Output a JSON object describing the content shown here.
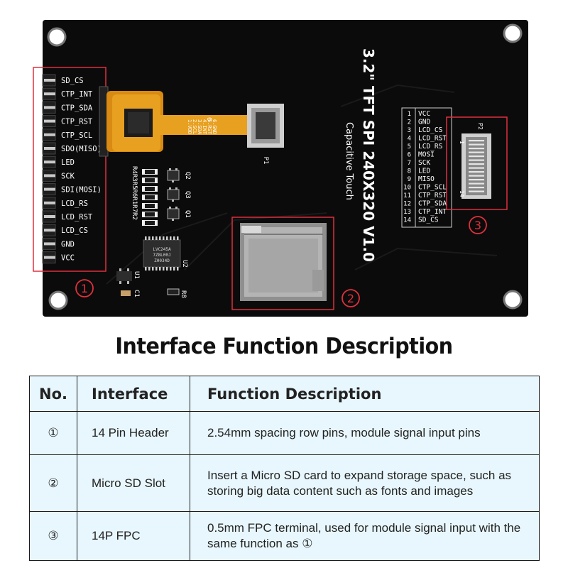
{
  "board": {
    "title": "3.2\" TFT SPI 240X320 V1.0",
    "subtitle": "Capacitive Touch",
    "header_pins": [
      "SD_CS",
      "CTP_INT",
      "CTP_SDA",
      "CTP_RST",
      "CTP_SCL",
      "SDO(MISO)",
      "LED",
      "SCK",
      "SDI(MOSI)",
      "LCD_RS",
      "LCD_RST",
      "LCD_CS",
      "GND",
      "VCC"
    ],
    "fpc_pin_numbers": [
      "1",
      "2",
      "3",
      "4",
      "5",
      "6",
      "7",
      "8",
      "9",
      "10",
      "11",
      "12",
      "13",
      "14"
    ],
    "fpc_pin_names": [
      "VCC",
      "GND",
      "LCD_CS",
      "LCD_RST",
      "LCD_RS",
      "MOSI",
      "SCK",
      "LED",
      "MISO",
      "CTP_SCL",
      "CTP_RST",
      "CTP_SDA",
      "CTP_INT",
      "SD_CS"
    ],
    "fpc_label": "P2",
    "fpc_pin_first": "1",
    "fpc_pin_last": "14",
    "p1_label": "P1",
    "flex_pins": [
      "1.VDD",
      "2.SCL",
      "3.SDA",
      "4.INT",
      "5.RST",
      "6.GND"
    ],
    "flex_num": "6",
    "resistor_labels": "R4R3R5R6R1R7R2",
    "transistor_labels": [
      "Q2",
      "Q3",
      "Q1"
    ],
    "ic_text": [
      "LVC245A",
      "7Z8L00J",
      "Z0034D"
    ],
    "component_labels": {
      "u1": "U1",
      "u2": "U2",
      "c1": "C1",
      "r8": "R8"
    },
    "markers": [
      "①",
      "②",
      "③"
    ],
    "highlight_color": "#e0303c",
    "board_color": "#0b0b0b"
  },
  "section_title": "Interface Function Description",
  "table": {
    "headers": [
      "No.",
      "Interface",
      "Function Description"
    ],
    "rows": [
      {
        "no": "①",
        "interface": "14 Pin Header",
        "description": "2.54mm spacing row pins, module signal input pins"
      },
      {
        "no": "②",
        "interface": "Micro SD Slot",
        "description": "Insert a Micro SD card to expand storage space, such as storing big data content such as fonts and images"
      },
      {
        "no": "③",
        "interface": "14P FPC",
        "description": "0.5mm FPC terminal, used for module signal input with the same function as ①"
      }
    ],
    "cell_color": "#e8f7fd"
  }
}
